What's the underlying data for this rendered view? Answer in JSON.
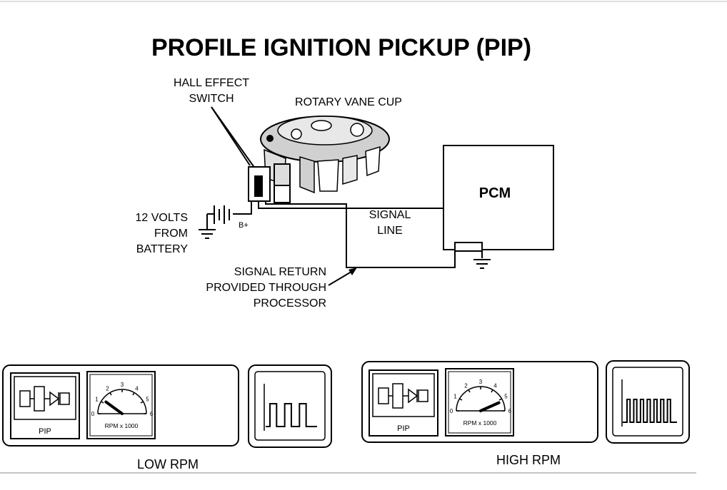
{
  "title": "PROFILE IGNITION PICKUP (PIP)",
  "labels": {
    "hall_effect_line1": "HALL EFFECT",
    "hall_effect_line2": "SWITCH",
    "rotary_vane_cup": "ROTARY VANE CUP",
    "pcm": "PCM",
    "battery_line1": "12 VOLTS",
    "battery_line2": "FROM",
    "battery_line3": "BATTERY",
    "b_plus": "B+",
    "signal_line1": "SIGNAL",
    "signal_line2": "LINE",
    "return_line1": "SIGNAL RETURN",
    "return_line2": "PROVIDED THROUGH",
    "return_line3": "PROCESSOR"
  },
  "panels": [
    {
      "name": "low",
      "caption": "LOW RPM",
      "pip_label": "PIP",
      "gauge_label": "RPM x 1000",
      "gauge_ticks": [
        "0",
        "1",
        "2",
        "3",
        "4",
        "5",
        "6"
      ],
      "gauge_reading_krpm": 1.2,
      "pulse_count": 3
    },
    {
      "name": "high",
      "caption": "HIGH RPM",
      "pip_label": "PIP",
      "gauge_label": "RPM x 1000",
      "gauge_ticks": [
        "0",
        "1",
        "2",
        "3",
        "4",
        "5",
        "6"
      ],
      "gauge_reading_krpm": 5.2,
      "pulse_count": 7
    }
  ]
}
